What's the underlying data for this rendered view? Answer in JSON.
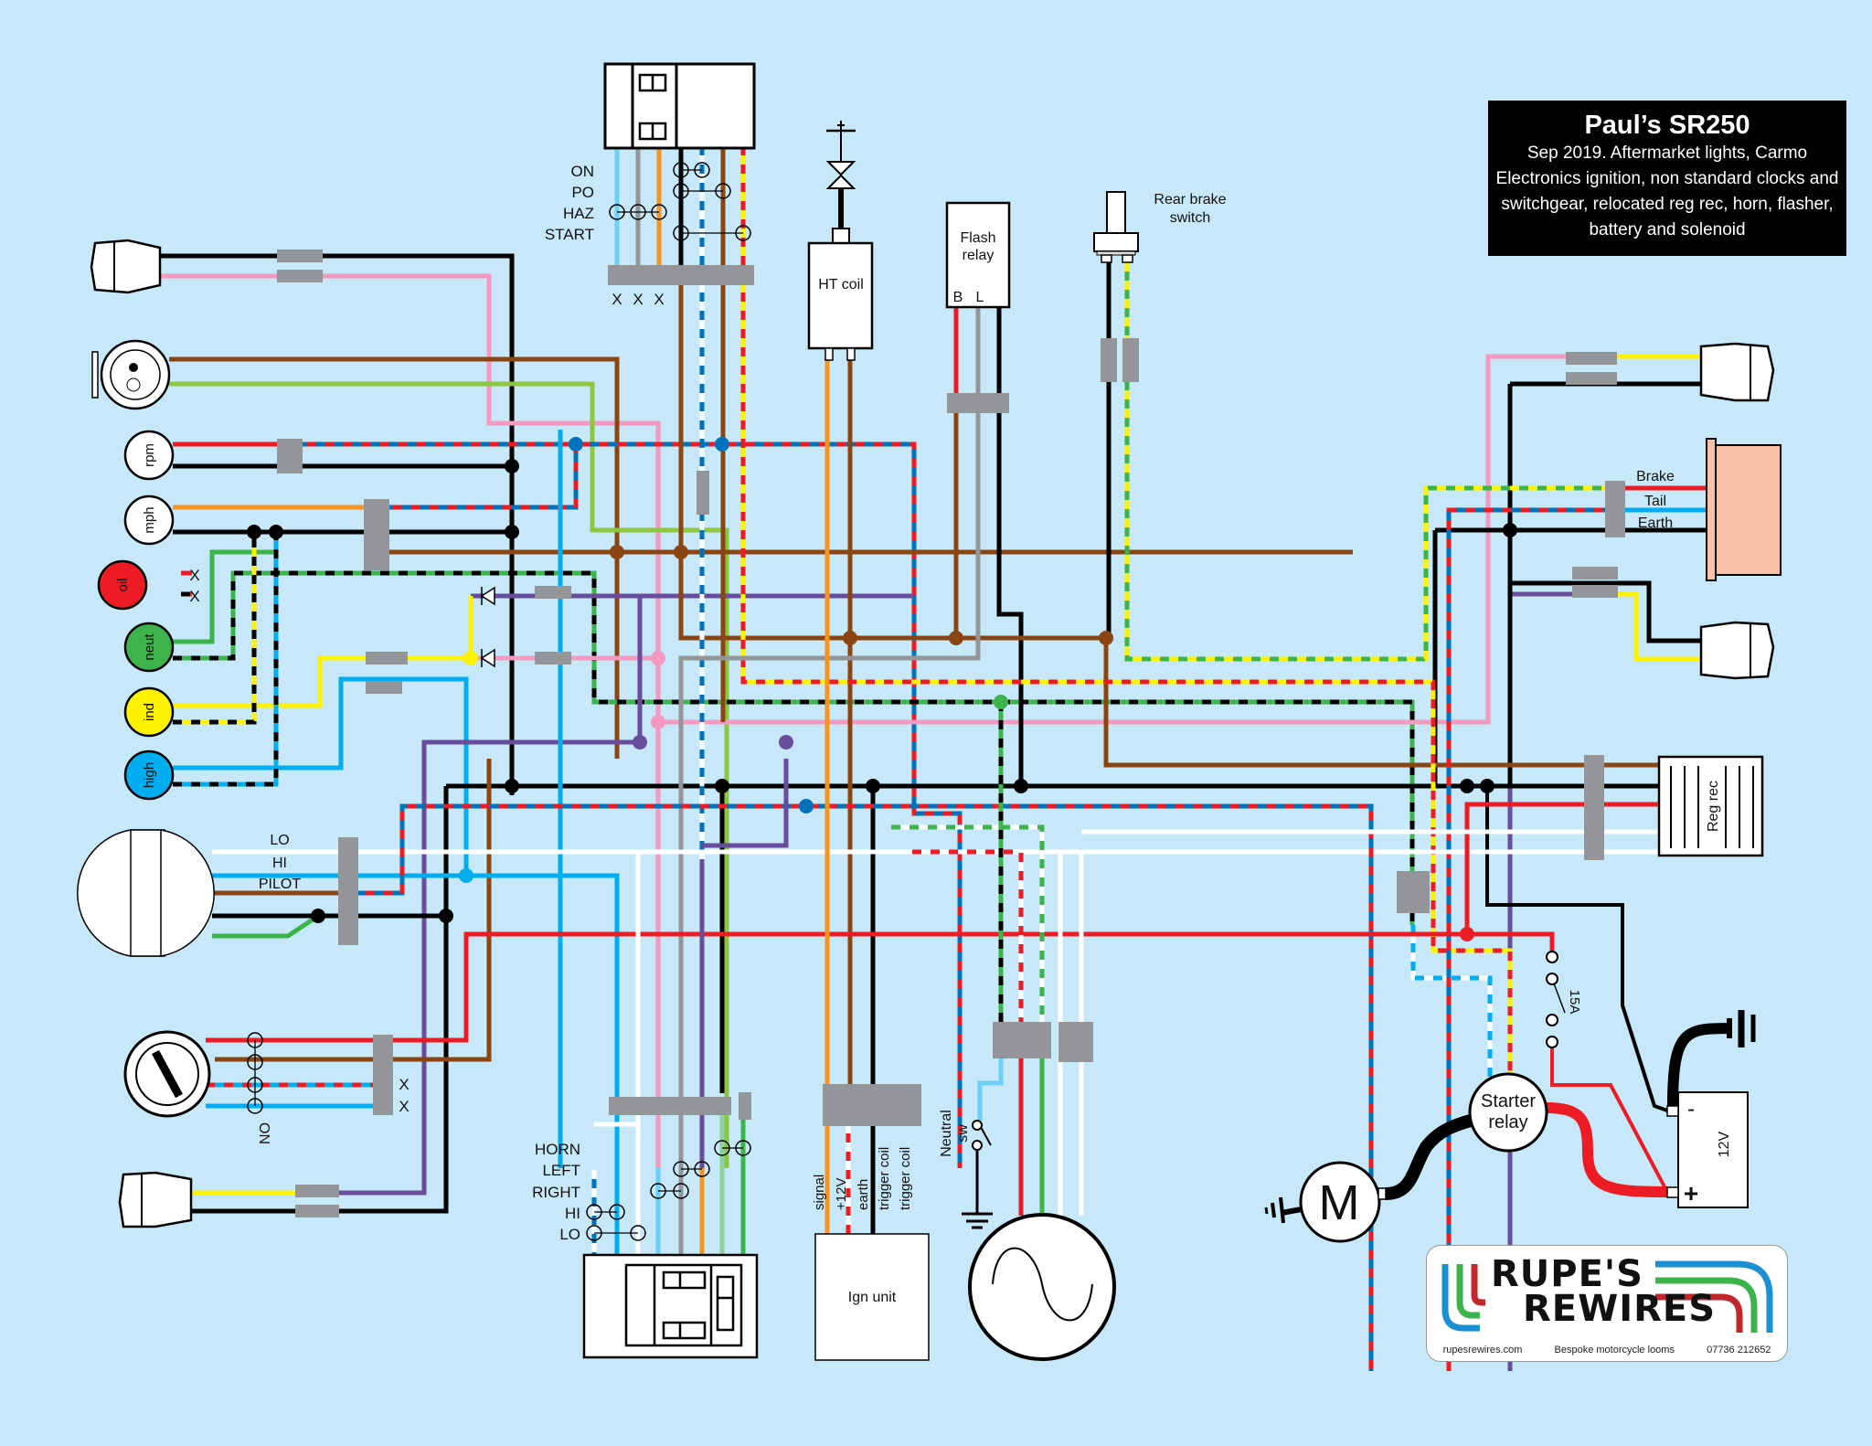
{
  "title_box": {
    "title": "Paul’s SR250",
    "subtitle": "Sep 2019. Aftermarket lights, Carmo Electronics ignition, non standard clocks and switchgear, relocated  reg rec, horn, flasher, battery and solenoid"
  },
  "logo": {
    "line1": "RUPE'S",
    "line2": "REWIRES",
    "website": "rupesrewires.com",
    "tagline": "Bespoke motorcycle looms",
    "phone": "07736 212652"
  },
  "colors": {
    "background": "#c6e8f8",
    "black": "#000000",
    "red": "#ed1c24",
    "blue": "#0072bc",
    "light_blue": "#00aeef",
    "sky": "#6dcff6",
    "brown": "#8b4513",
    "yellow": "#fff200",
    "green": "#3cb44b",
    "light_green": "#8dc63f",
    "pale_green": "#8ed1a0",
    "pink": "#f49ac1",
    "purple": "#6a4c9c",
    "orange": "#f7941d",
    "grey": "#939598",
    "white": "#ffffff",
    "taillight": "#f9c1a8"
  },
  "ignition_switch_top": {
    "positions": [
      "ON",
      "PO",
      "HAZ",
      "START"
    ],
    "unused_marks": [
      "X",
      "X",
      "X"
    ]
  },
  "ht_coil": {
    "label": "HT coil"
  },
  "flash_relay": {
    "label_line1": "Flash",
    "label_line2": "relay",
    "terminal_b": "B",
    "terminal_l": "L"
  },
  "rear_brake_switch": {
    "label_line1": "Rear brake",
    "label_line2": "switch"
  },
  "gauges": {
    "rpm": "rpm",
    "mph": "mph",
    "oil": "oil",
    "neutral": "neut",
    "indicator": "ind",
    "high_beam": "high",
    "oil_unused_marks": [
      "X",
      "X"
    ]
  },
  "headlight": {
    "wires": [
      "LO",
      "HI",
      "PILOT"
    ]
  },
  "ignition_key": {
    "position": "ON",
    "unused_marks": [
      "X",
      "X"
    ]
  },
  "left_switchgear": {
    "positions": [
      "HORN",
      "LEFT",
      "RIGHT",
      "HI",
      "LO"
    ]
  },
  "ignition_unit": {
    "label": "Ign unit",
    "pins": [
      "signal",
      "+12V",
      "earth",
      "trigger coil",
      "trigger coil"
    ]
  },
  "neutral_switch": {
    "label_line1": "Neutral",
    "label_line2": "sw"
  },
  "tail_light": {
    "wires": [
      "Brake",
      "Tail",
      "Earth"
    ]
  },
  "reg_rec": {
    "label": "Reg rec"
  },
  "fuse": {
    "rating": "15A"
  },
  "starter_relay": {
    "label_line1": "Starter",
    "label_line2": "relay"
  },
  "starter_motor": {
    "label": "M"
  },
  "battery": {
    "voltage": "12V",
    "neg": "-",
    "pos": "+"
  }
}
